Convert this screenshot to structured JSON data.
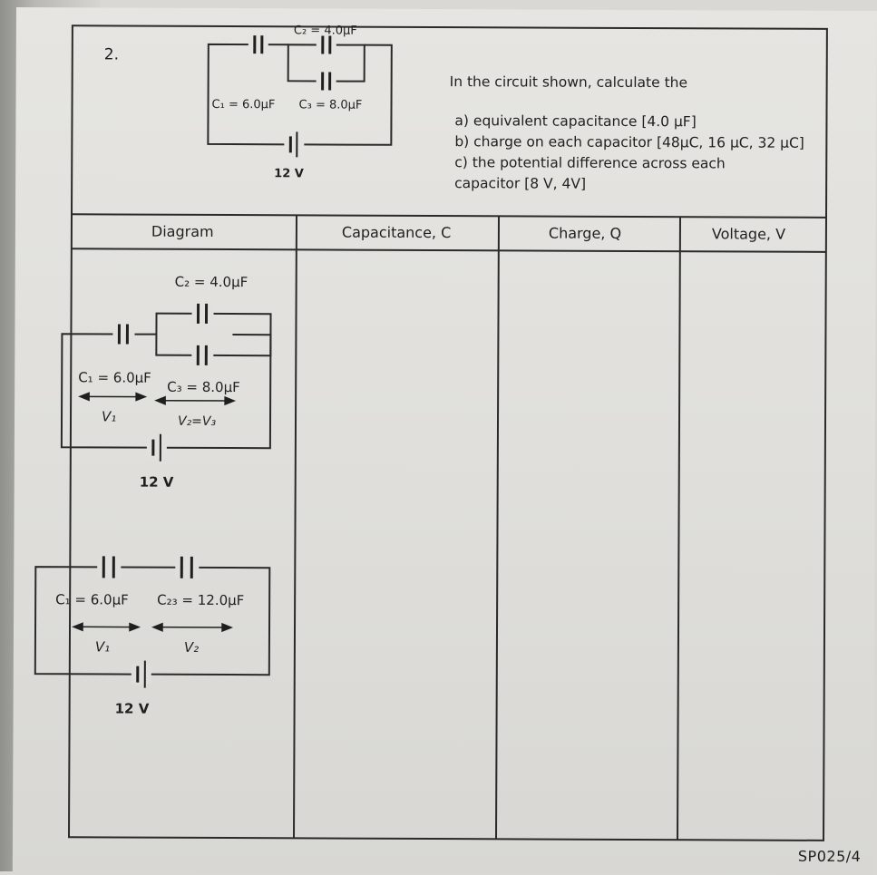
{
  "question": {
    "number": "2.",
    "prompt": "In the circuit shown, calculate the",
    "parts": [
      "a)  equivalent capacitance [4.0 μF]",
      "b)  charge on each capacitor [48μC, 16 μC, 32 μC]",
      "c)  the potential difference across each",
      "     capacitor [8 V, 4V]"
    ]
  },
  "top_circuit": {
    "c1": "C₁ = 6.0μF",
    "c2": "C₂ = 4.0μF",
    "c3": "C₃ = 8.0μF",
    "battery": "12 V"
  },
  "table": {
    "headers": [
      "Diagram",
      "Capacitance, C",
      "Charge, Q",
      "Voltage, V"
    ]
  },
  "diagram1": {
    "c1": "C₁ = 6.0μF",
    "c2": "C₂ = 4.0μF",
    "c3": "C₃ = 8.0μF",
    "v1": "V₁",
    "v23": "V₂=V₃",
    "battery": "12 V"
  },
  "diagram2": {
    "c1": "C₁ = 6.0μF",
    "c23": "C₂₃ = 12.0μF",
    "v1": "V₁",
    "v2": "V₂",
    "battery": "12 V"
  },
  "footer": "SP025/4"
}
